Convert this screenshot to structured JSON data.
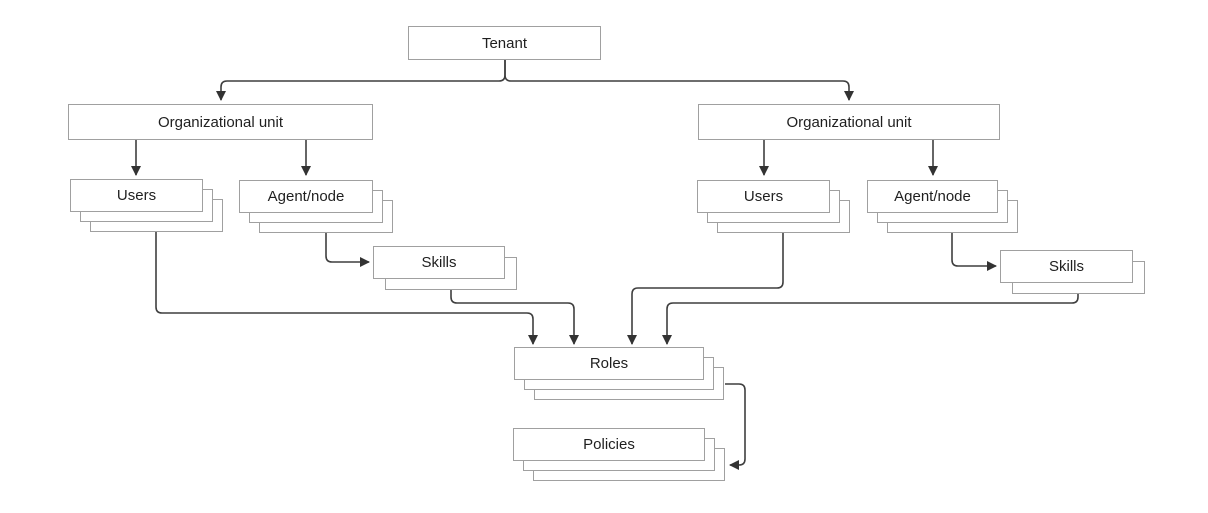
{
  "diagram": {
    "type": "hierarchy-diagram",
    "colors": {
      "background": "#ffffff",
      "box_border": "#a0a0a0",
      "connector": "#3f3f3f",
      "arrowhead": "#333333",
      "text": "#1f1f1f"
    },
    "nodes": {
      "tenant": {
        "label": "Tenant",
        "stacked": false
      },
      "org_left": {
        "label": "Organizational unit",
        "stacked": false
      },
      "org_right": {
        "label": "Organizational unit",
        "stacked": false
      },
      "users_left": {
        "label": "Users",
        "stacked": true,
        "stack_count": 3
      },
      "agent_left": {
        "label": "Agent/node",
        "stacked": true,
        "stack_count": 3
      },
      "skills_left": {
        "label": "Skills",
        "stacked": true,
        "stack_count": 2
      },
      "users_right": {
        "label": "Users",
        "stacked": true,
        "stack_count": 3
      },
      "agent_right": {
        "label": "Agent/node",
        "stacked": true,
        "stack_count": 3
      },
      "skills_right": {
        "label": "Skills",
        "stacked": true,
        "stack_count": 2
      },
      "roles": {
        "label": "Roles",
        "stacked": true,
        "stack_count": 3
      },
      "policies": {
        "label": "Policies",
        "stacked": true,
        "stack_count": 3
      }
    },
    "edges": [
      {
        "from": "tenant",
        "to": "org_left"
      },
      {
        "from": "tenant",
        "to": "org_right"
      },
      {
        "from": "org_left",
        "to": "users_left"
      },
      {
        "from": "org_left",
        "to": "agent_left"
      },
      {
        "from": "org_right",
        "to": "users_right"
      },
      {
        "from": "org_right",
        "to": "agent_right"
      },
      {
        "from": "agent_left",
        "to": "skills_left"
      },
      {
        "from": "agent_right",
        "to": "skills_right"
      },
      {
        "from": "users_left",
        "to": "roles"
      },
      {
        "from": "skills_left",
        "to": "roles"
      },
      {
        "from": "users_right",
        "to": "roles"
      },
      {
        "from": "skills_right",
        "to": "roles"
      },
      {
        "from": "roles",
        "to": "policies"
      }
    ]
  }
}
